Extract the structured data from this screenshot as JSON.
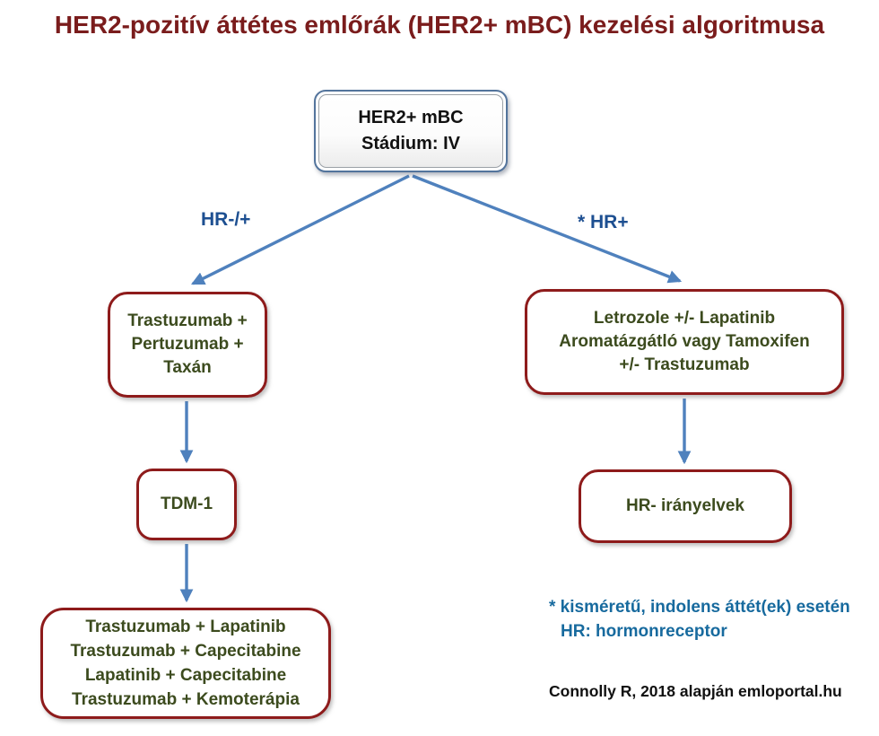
{
  "title": "HER2-pozitív áttétes emlőrák (HER2+ mBC) kezelési algoritmusa",
  "root_node": {
    "lines": [
      "HER2+ mBC",
      "Stádium: IV"
    ]
  },
  "branch_labels": {
    "left": "HR-/+",
    "right": "* HR+"
  },
  "nodes": {
    "first_line_left": {
      "lines": [
        "Trastuzumab +",
        "Pertuzumab +",
        "Taxán"
      ]
    },
    "first_line_right": {
      "lines": [
        "Letrozole +/- Lapatinib",
        "Aromatázgátló vagy Tamoxifen",
        "+/- Trastuzumab"
      ]
    },
    "second_line_left": {
      "lines": [
        "TDM-1"
      ]
    },
    "second_line_right": {
      "lines": [
        "HR- irányelvek"
      ]
    },
    "third_line_left": {
      "lines": [
        "Trastuzumab + Lapatinib",
        "Trastuzumab + Capecitabine",
        "Lapatinib + Capecitabine",
        "Trastuzumab + Kemoterápia"
      ]
    }
  },
  "footnote": {
    "line1": "* kisméretű, indolens áttét(ek) esetén",
    "line2": "HR: hormonreceptor"
  },
  "credit": "Connolly R, 2018 alapján emloportal.hu",
  "colors": {
    "title_red": "#7a1c1c",
    "box_border_red": "#8e1b1b",
    "box_text_green": "#3c4b1e",
    "arrow_blue": "#4f81bd",
    "branch_label_blue": "#1d4f91",
    "footnote_blue": "#176a9e",
    "top_box_border_blue": "#53749c",
    "credit_black": "#111111"
  }
}
